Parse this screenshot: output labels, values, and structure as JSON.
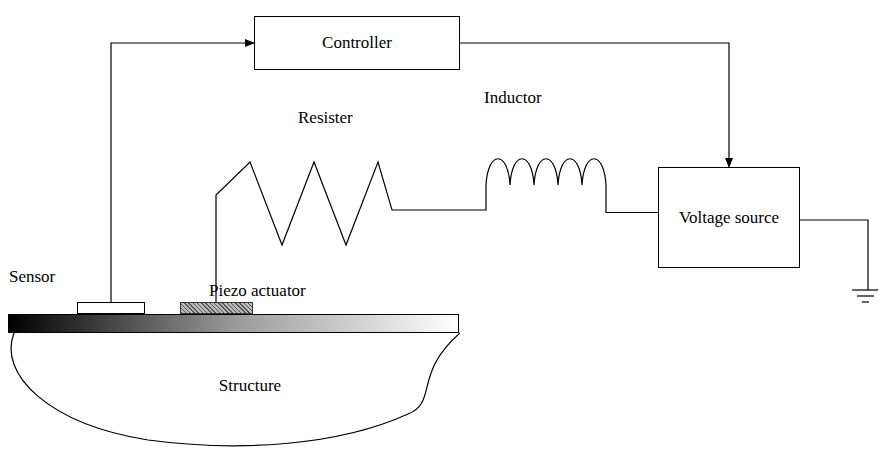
{
  "diagram": {
    "nodes": [
      {
        "text": [
          "Controller"
        ]
      },
      {
        "text": [
          "Voltage source"
        ]
      },
      {
        "text": [
          "Sensor"
        ]
      },
      {
        "text": [
          "Piezo actuator"
        ]
      },
      {
        "text": [
          "Structure"
        ]
      }
    ],
    "edges": [
      {
        "from": 2,
        "to": 0,
        "arrow": "to"
      },
      {
        "from": 0,
        "to": 1,
        "arrow": "to"
      },
      {
        "from": 3,
        "to": 1,
        "arrow": "none"
      }
    ],
    "labels": [
      "Resister",
      "Inductor"
    ]
  }
}
